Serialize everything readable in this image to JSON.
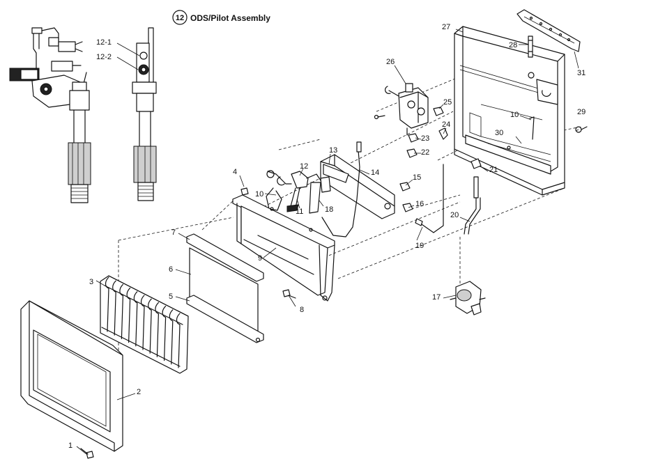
{
  "title": {
    "number": "12",
    "text": "ODS/Pilot Assembly"
  },
  "labels": {
    "p1": "1",
    "p2": "2",
    "p3": "3",
    "p4": "4",
    "p5": "5",
    "p6": "6",
    "p7": "7",
    "p8": "8",
    "p9": "9",
    "p10a": "10",
    "p10b": "10",
    "p11": "11",
    "p12": "12",
    "p12_1": "12-1",
    "p12_2": "12-2",
    "p13": "13",
    "p14": "14",
    "p15": "15",
    "p16": "16",
    "p17": "17",
    "p18": "18",
    "p19": "19",
    "p20": "20",
    "p21": "21",
    "p22": "22",
    "p23": "23",
    "p24": "24",
    "p25": "25",
    "p26": "26",
    "p27": "27",
    "p28": "28",
    "p29": "29",
    "p30": "30",
    "p31": "31"
  }
}
